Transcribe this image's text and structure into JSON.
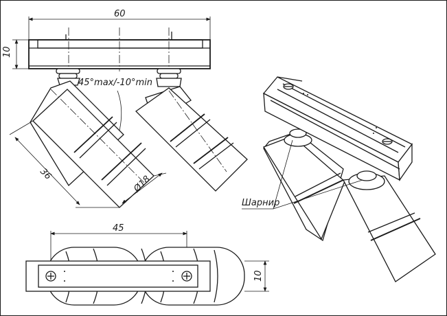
{
  "dimensions": {
    "width_top": "60",
    "height_top": "10",
    "angle": "45°max/-10°min",
    "length": "36",
    "diameter": "Ø18",
    "spacing_bottom": "45",
    "height_bottom": "10"
  },
  "labels": {
    "hinge": "Шарнир"
  }
}
